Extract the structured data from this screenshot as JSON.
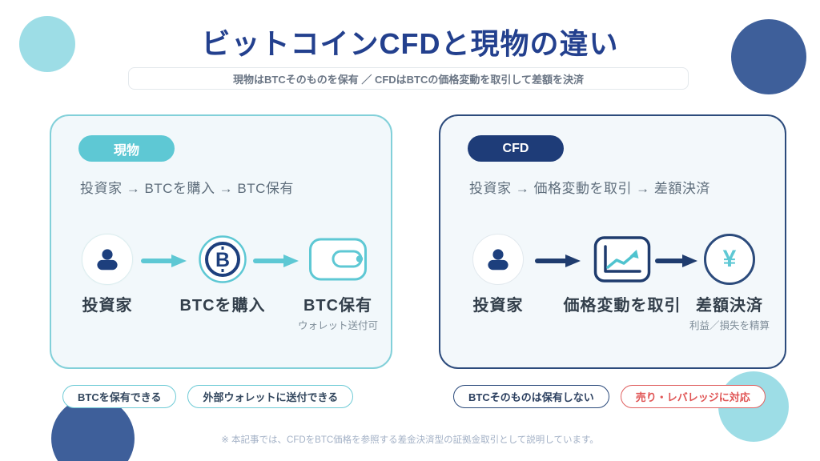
{
  "page": {
    "title": "ビットコインCFDと現物の違い",
    "subtitle": "現物はBTCそのものを保有 ／ CFDはBTCの価格変動を取引して差額を決済",
    "footnote": "※ 本記事では、CFDをBTC価格を参照する差金決済型の証拠金取引として説明しています。"
  },
  "spot": {
    "badge": "現物",
    "flow": "投資家 → BTCを購入 → BTC保有",
    "steps": [
      {
        "label": "投資家",
        "sublabel": "",
        "icon": "investor-icon"
      },
      {
        "label": "BTCを購入",
        "sublabel": "",
        "icon": "bitcoin-coin-icon"
      },
      {
        "label": "BTC保有",
        "sublabel": "ウォレット送付可",
        "icon": "wallet-icon"
      }
    ],
    "tags": [
      "BTCを保有できる",
      "外部ウォレットに送付できる"
    ]
  },
  "cfd": {
    "badge": "CFD",
    "flow": "投資家 → 価格変動を取引 → 差額決済",
    "steps": [
      {
        "label": "投資家",
        "sublabel": "",
        "icon": "investor-icon"
      },
      {
        "label": "価格変動を取引",
        "sublabel": "",
        "icon": "price-chart-icon"
      },
      {
        "label": "差額決済",
        "sublabel": "利益／損失を精算",
        "icon": "yen-settlement-icon"
      }
    ],
    "tags": [
      "BTCそのものは保有しない",
      "売り・レバレッジに対応"
    ]
  },
  "yen_symbol": "¥",
  "colors": {
    "title_navy": "#23408e",
    "navy": "#1f3c6e",
    "navy_border": "#2c4b7c",
    "teal": "#5ec8d4",
    "teal_border": "#82d0d9",
    "red": "#e05555",
    "deco_circle_light": "#9ddde6",
    "deco_circle_steel": "#3e5f9a",
    "card_bg": "#f2f8fb"
  }
}
